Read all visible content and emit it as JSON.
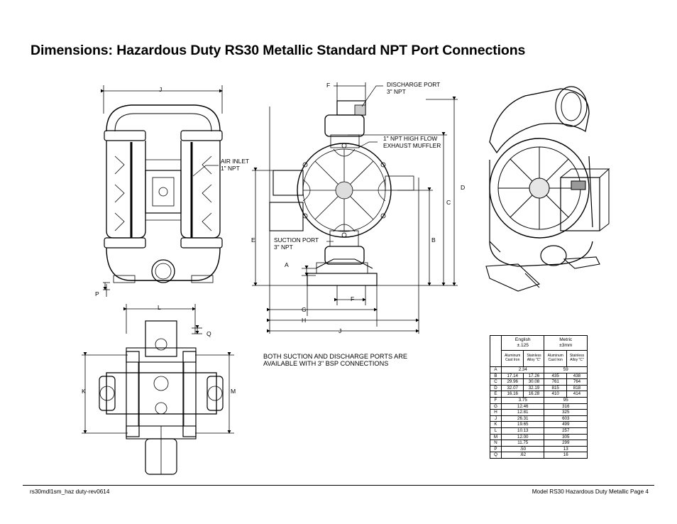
{
  "page": {
    "title": "Dimensions: Hazardous Duty RS30 Metallic Standard NPT Port Connections"
  },
  "callouts": {
    "discharge_port": [
      "DISCHARGE PORT",
      "3\" NPT"
    ],
    "exhaust_muffler": [
      "1\" NPT HIGH FLOW",
      "EXHAUST MUFFLER"
    ],
    "air_inlet": [
      "AIR INLET",
      "1\" NPT"
    ],
    "suction_port": [
      "SUCTION PORT",
      "3\" NPT"
    ],
    "bsp_note": [
      "BOTH SUCTION AND DISCHARGE PORTS ARE",
      "AVAILABLE WITH 3\" BSP CONNECTIONS"
    ]
  },
  "dimension_letters": {
    "front_j": "J",
    "front_p": "P",
    "side_f_top": "F",
    "side_d": "D",
    "side_c": "C",
    "side_b": "B",
    "side_e": "E",
    "side_a": "A",
    "side_f_bottom": "F",
    "side_g": "G",
    "side_h": "H",
    "side_j": "J",
    "top_l": "L",
    "top_q": "Q",
    "top_k": "K",
    "top_m": "M"
  },
  "table": {
    "english_header": "English",
    "english_tol": "±.125",
    "metric_header": "Metric",
    "metric_tol": "±3mm",
    "sub_headers": [
      "Aluminum Cast Iron",
      "Stainless Alloy \"C\"",
      "Aluminum Cast Iron",
      "Stainless Alloy \"C\""
    ],
    "rows": [
      {
        "dim": "A",
        "eng": [
          "2.34"
        ],
        "met": [
          "59"
        ]
      },
      {
        "dim": "B",
        "eng": [
          "17.14",
          "17.26"
        ],
        "met": [
          "435",
          "438"
        ]
      },
      {
        "dim": "C",
        "eng": [
          "29.96",
          "30.08"
        ],
        "met": [
          "761",
          "764"
        ]
      },
      {
        "dim": "D",
        "eng": [
          "32.07",
          "32.19"
        ],
        "met": [
          "815",
          "818"
        ]
      },
      {
        "dim": "E",
        "eng": [
          "16.16",
          "16.28"
        ],
        "met": [
          "410",
          "414"
        ]
      },
      {
        "dim": "F",
        "eng": [
          "3.75"
        ],
        "met": [
          "95"
        ]
      },
      {
        "dim": "G",
        "eng": [
          "12.46"
        ],
        "met": [
          "316"
        ]
      },
      {
        "dim": "H",
        "eng": [
          "12.81"
        ],
        "met": [
          "325"
        ]
      },
      {
        "dim": "J",
        "eng": [
          "26.31"
        ],
        "met": [
          "603"
        ]
      },
      {
        "dim": "K",
        "eng": [
          "19.65"
        ],
        "met": [
          "499"
        ]
      },
      {
        "dim": "L",
        "eng": [
          "10.13"
        ],
        "met": [
          "257"
        ]
      },
      {
        "dim": "M",
        "eng": [
          "12.00"
        ],
        "met": [
          "305"
        ]
      },
      {
        "dim": "N",
        "eng": [
          "11.75"
        ],
        "met": [
          "299"
        ]
      },
      {
        "dim": "P",
        "eng": [
          ".50"
        ],
        "met": [
          "13"
        ]
      },
      {
        "dim": "Q",
        "eng": [
          ".62"
        ],
        "met": [
          "16"
        ]
      }
    ]
  },
  "footer": {
    "left": "rs30mdl1sm_haz duty-rev0614",
    "right": "Model RS30 Hazardous Duty Metallic Page 4"
  }
}
